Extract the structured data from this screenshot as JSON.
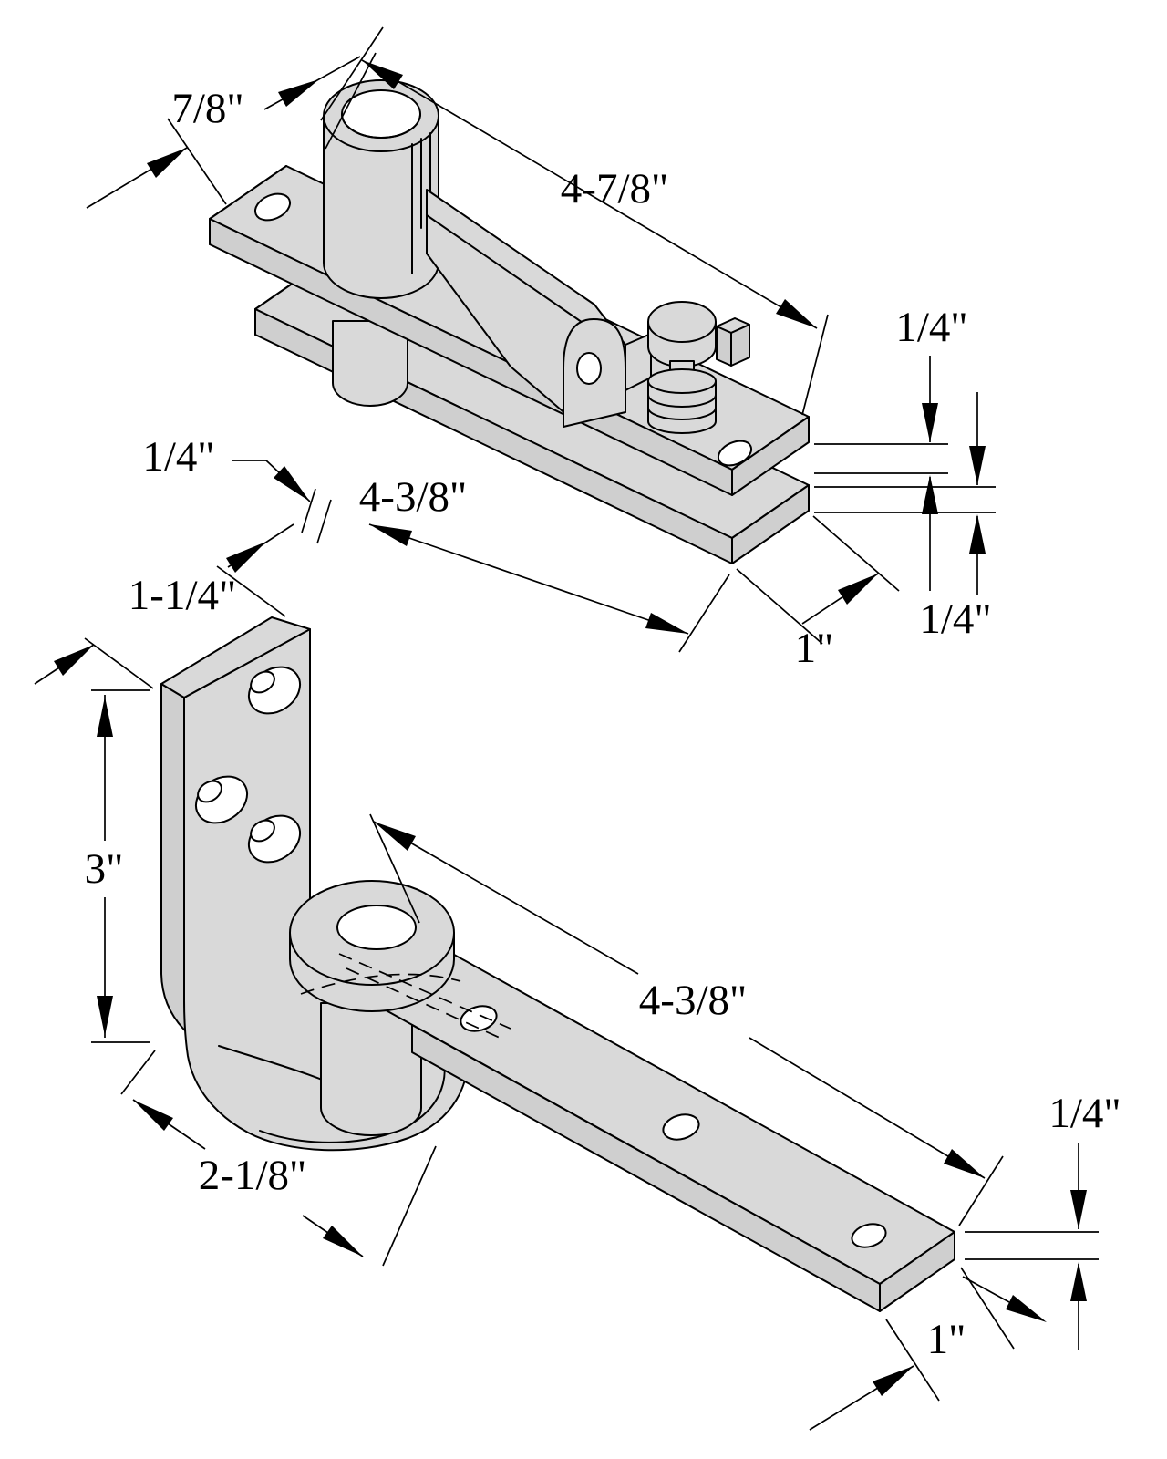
{
  "drawing": {
    "type": "technical-dimension-drawing",
    "subject": "door pivot hinge set, top pivot and bottom pivot, isometric views",
    "colors": {
      "background": "#ffffff",
      "line": "#000000",
      "metal_fill": "#d9d9d9"
    },
    "dims": {
      "top_post_diameter": "7/8\"",
      "top_overall_length": "4-7/8\"",
      "top_plate_thickness": "1/4\"",
      "top_gap": "1/4\"",
      "top_door_plate_length": "4-3/8\"",
      "top_door_plate_thickness": "1/4\"",
      "top_plate_width": "1\"",
      "bottom_bracket_width": "1-1/4\"",
      "bottom_bracket_height": "3\"",
      "bottom_foot_length": "2-1/8\"",
      "bottom_arm_length": "4-3/8\"",
      "bottom_arm_thickness": "1/4\"",
      "bottom_arm_width": "1\""
    }
  }
}
